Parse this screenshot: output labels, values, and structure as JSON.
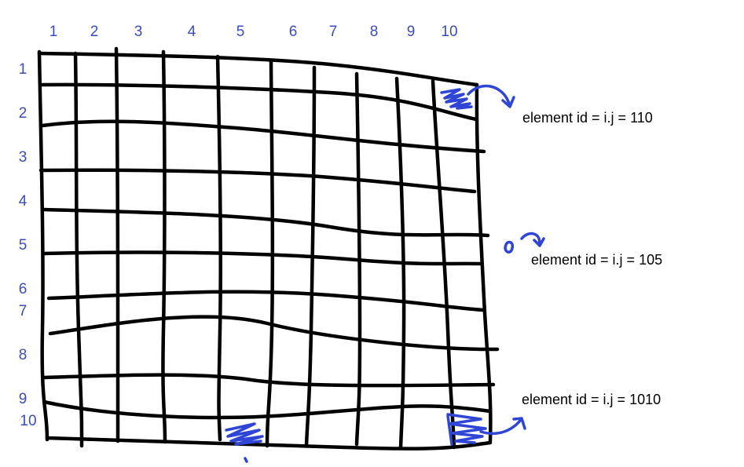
{
  "column_labels": [
    "1",
    "2",
    "3",
    "4",
    "5",
    "6",
    "7",
    "8",
    "9",
    "10"
  ],
  "row_labels": [
    "1",
    "2",
    "3",
    "4",
    "5",
    "6",
    "7",
    "8",
    "9",
    "10"
  ],
  "annotations": [
    {
      "text": "element id = i.j = 110",
      "target": "row 1, column 10"
    },
    {
      "text": "element id = i.j = 105",
      "target": "row 10, column 5"
    },
    {
      "text": "element id = i.j = 1010",
      "target": "row 10, column 10"
    }
  ],
  "colors": {
    "ink": "#000000",
    "labels": "#3a4dc2",
    "highlight": "#2f45d6",
    "background": "#ffffff"
  }
}
